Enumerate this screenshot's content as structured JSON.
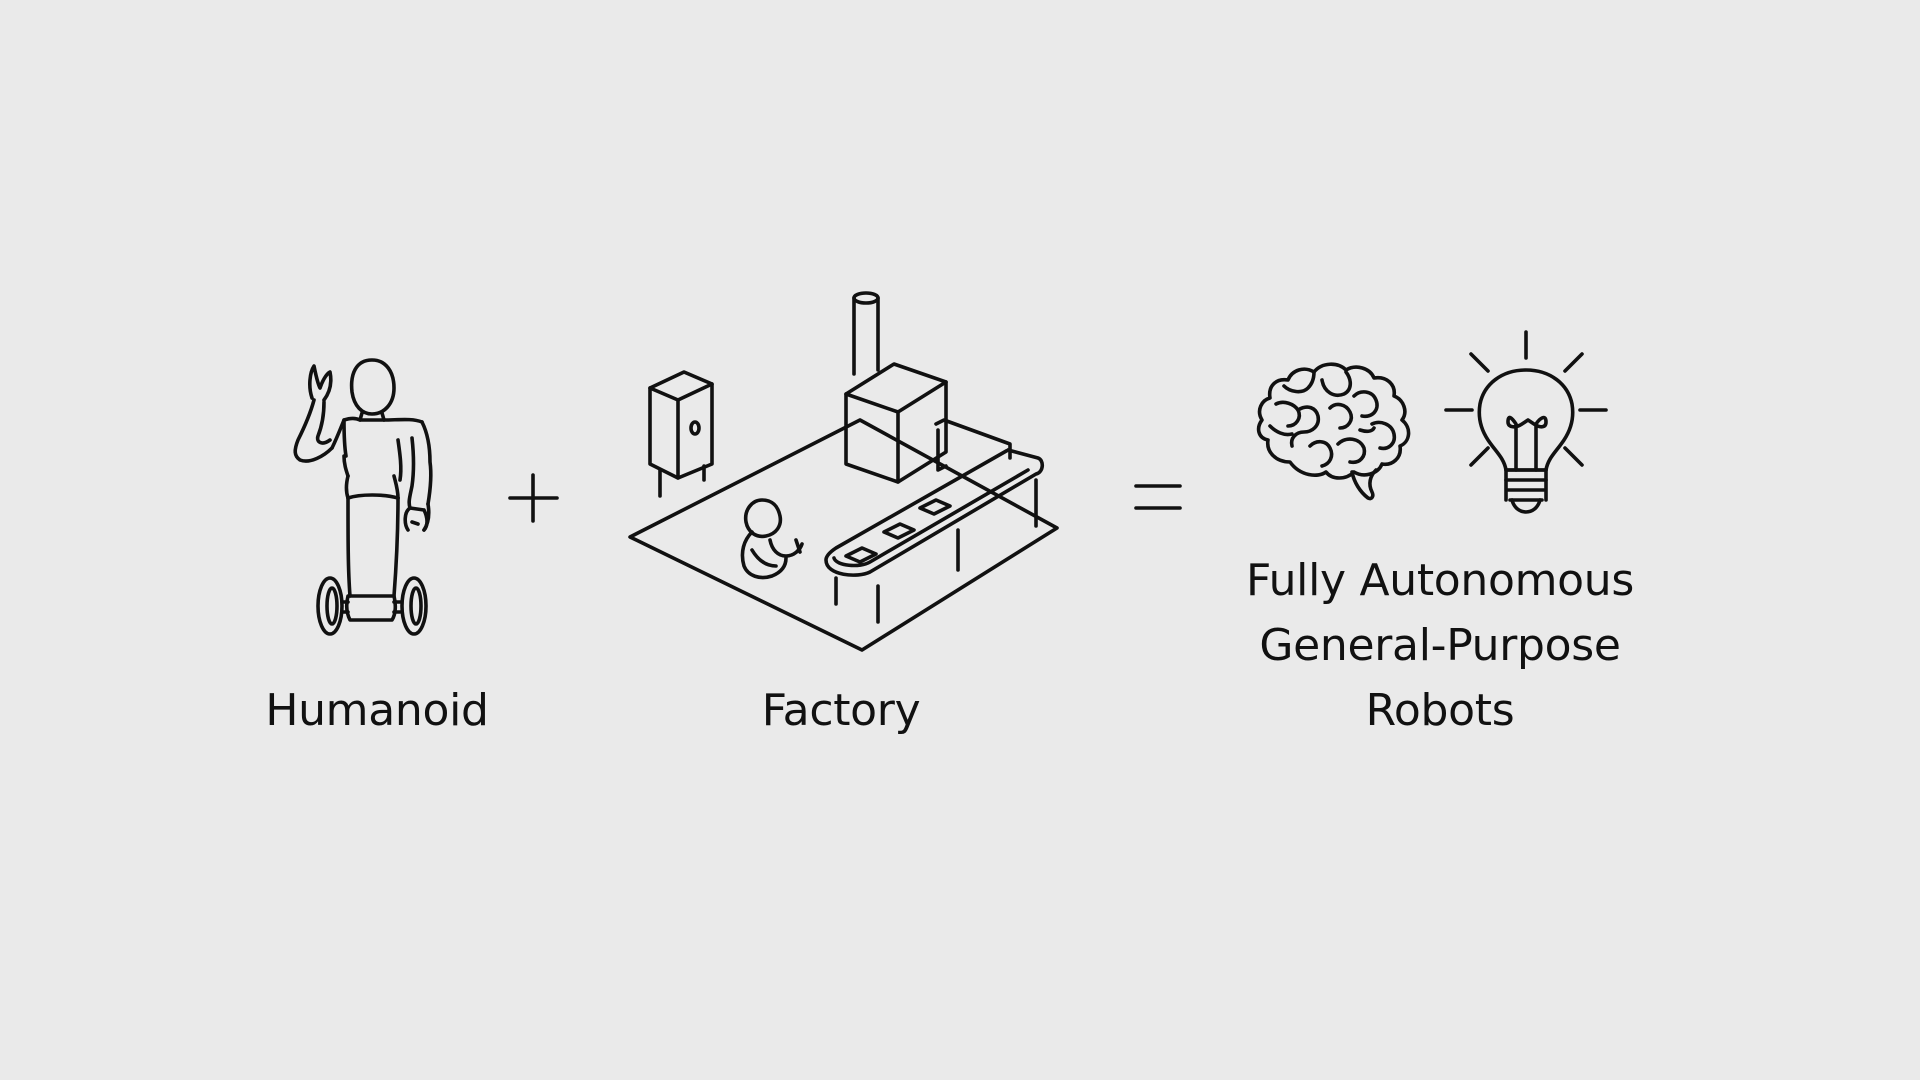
{
  "colors": {
    "background": "#EAEAEA",
    "ink": "#111111"
  },
  "humanoid": {
    "label": "Humanoid",
    "icon": "humanoid-robot-icon"
  },
  "operators": {
    "plus": "plus-icon",
    "equals": "equals-icon"
  },
  "factory": {
    "label": "Factory",
    "icon": "factory-icon"
  },
  "result": {
    "lines": [
      "Fully Autonomous",
      "General-Purpose",
      "Robots"
    ],
    "icons": [
      "brain-icon",
      "lightbulb-icon"
    ]
  }
}
